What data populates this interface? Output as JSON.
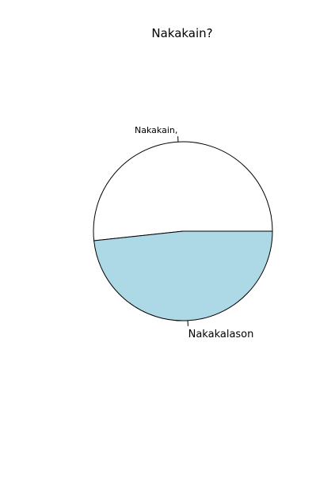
{
  "chart_data": {
    "type": "pie",
    "title": "Nakakain?",
    "slices": [
      {
        "label": "Nakakain,",
        "value": 0.517,
        "color": "#ffffff"
      },
      {
        "label": "Nakakalason",
        "value": 0.483,
        "color": "#add8e6"
      }
    ],
    "start_angle_deg": 0,
    "direction": "counterclockwise",
    "legend": "none"
  }
}
